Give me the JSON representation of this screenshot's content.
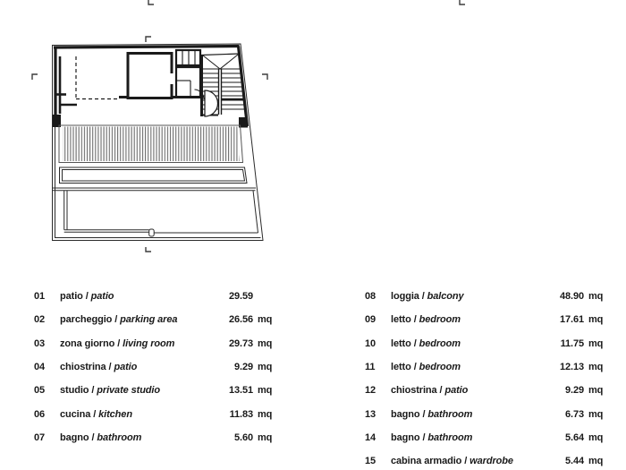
{
  "page": {
    "background": "#ffffff",
    "ink": "#1a1a1a",
    "line_gray": "#555555",
    "mark_gray": "#3d3d3d"
  },
  "plan": {
    "icons": [
      "crop-mark",
      "outer-boundary",
      "perimeter-wall",
      "interior-wall",
      "dashed-opening",
      "closet-dividers",
      "door-swing",
      "staircase",
      "louver-hatch",
      "planter-strip",
      "patio-outline"
    ]
  },
  "legend": {
    "left_column": [
      {
        "num": "01",
        "name_it": "patio",
        "name_en": "patio",
        "area": "29.59",
        "unit": ""
      },
      {
        "num": "02",
        "name_it": "parcheggio",
        "name_en": "parking area",
        "area": "26.56",
        "unit": "mq"
      },
      {
        "num": "03",
        "name_it": "zona giorno",
        "name_en": "living room",
        "area": "29.73",
        "unit": "mq"
      },
      {
        "num": "04",
        "name_it": "chiostrina",
        "name_en": "patio",
        "area": "9.29",
        "unit": "mq"
      },
      {
        "num": "05",
        "name_it": "studio",
        "name_en": "private studio",
        "area": "13.51",
        "unit": "mq"
      },
      {
        "num": "06",
        "name_it": "cucina",
        "name_en": "kitchen",
        "area": "11.83",
        "unit": "mq"
      },
      {
        "num": "07",
        "name_it": "bagno",
        "name_en": "bathroom",
        "area": "5.60",
        "unit": "mq"
      }
    ],
    "right_column": [
      {
        "num": "08",
        "name_it": "loggia",
        "name_en": "balcony",
        "area": "48.90",
        "unit": "mq"
      },
      {
        "num": "09",
        "name_it": "letto",
        "name_en": "bedroom",
        "area": "17.61",
        "unit": "mq"
      },
      {
        "num": "10",
        "name_it": "letto",
        "name_en": "bedroom",
        "area": "11.75",
        "unit": "mq"
      },
      {
        "num": "11",
        "name_it": "letto",
        "name_en": "bedroom",
        "area": "12.13",
        "unit": "mq"
      },
      {
        "num": "12",
        "name_it": "chiostrina",
        "name_en": "patio",
        "area": "9.29",
        "unit": "mq"
      },
      {
        "num": "13",
        "name_it": "bagno",
        "name_en": "bathroom",
        "area": "6.73",
        "unit": "mq"
      },
      {
        "num": "14",
        "name_it": "bagno",
        "name_en": "bathroom",
        "area": "5.64",
        "unit": "mq"
      },
      {
        "num": "15",
        "name_it": "cabina armadio",
        "name_en": "wardrobe",
        "area": "5.44",
        "unit": "mq"
      }
    ],
    "separator": " / "
  }
}
